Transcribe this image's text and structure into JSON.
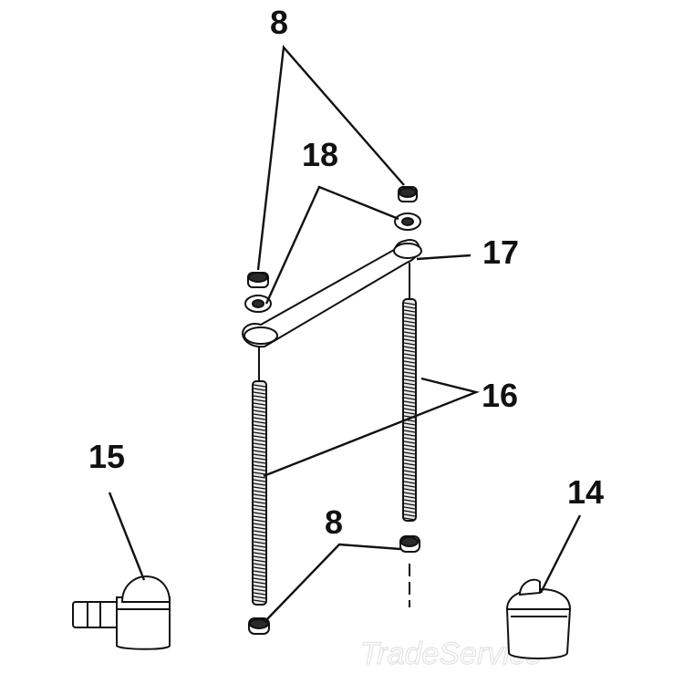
{
  "diagram": {
    "labels": {
      "nut_top": "8",
      "washer": "18",
      "bracket": "17",
      "rod": "16",
      "left_fitting": "15",
      "nut_bottom": "8",
      "right_fitting": "14"
    },
    "watermark": "TradeService"
  }
}
